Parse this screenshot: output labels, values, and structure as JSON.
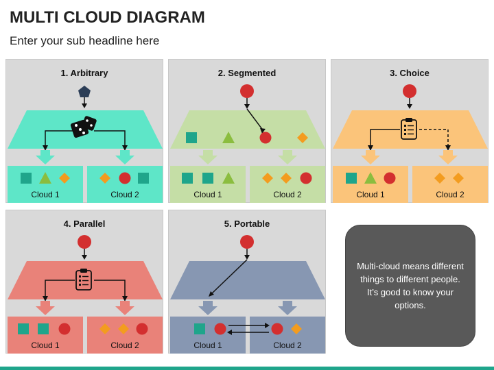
{
  "title": "MULTI CLOUD DIAGRAM",
  "subtitle": "Enter your sub headline here",
  "panels": [
    {
      "title": "1. Arbitrary",
      "clouds": [
        "Cloud 1",
        "Cloud 2"
      ],
      "color": "#5ee6c8",
      "cloud_color": "#5ee6c8",
      "icon": "dice-icon"
    },
    {
      "title": "2. Segmented",
      "clouds": [
        "Cloud 1",
        "Cloud 2"
      ],
      "color": "#c5dea6",
      "cloud_color": "#c5dea6",
      "icon": "red-node"
    },
    {
      "title": "3. Choice",
      "clouds": [
        "Cloud 1",
        "Cloud 2"
      ],
      "color": "#fbc47a",
      "cloud_color": "#fbc47a",
      "icon": "clipboard-icon"
    },
    {
      "title": "4. Parallel",
      "clouds": [
        "Cloud 1",
        "Cloud 2"
      ],
      "color": "#e98279",
      "cloud_color": "#e98279",
      "icon": "clipboard-icon"
    },
    {
      "title": "5. Portable",
      "clouds": [
        "Cloud 1",
        "Cloud 2"
      ],
      "color": "#8797b2",
      "cloud_color": "#8797b2",
      "icon": "red-node"
    }
  ],
  "note": {
    "text": "Multi-cloud means different things to different people. It’s good to know your options."
  },
  "colors": {
    "teal_square": "#1fa58b",
    "green_triangle": "#8bbd3f",
    "orange_diamond": "#f39c1f",
    "red_circle": "#d32f2f",
    "navy_pentagon": "#2c3e57",
    "accent_bar": "#1fa58b"
  }
}
